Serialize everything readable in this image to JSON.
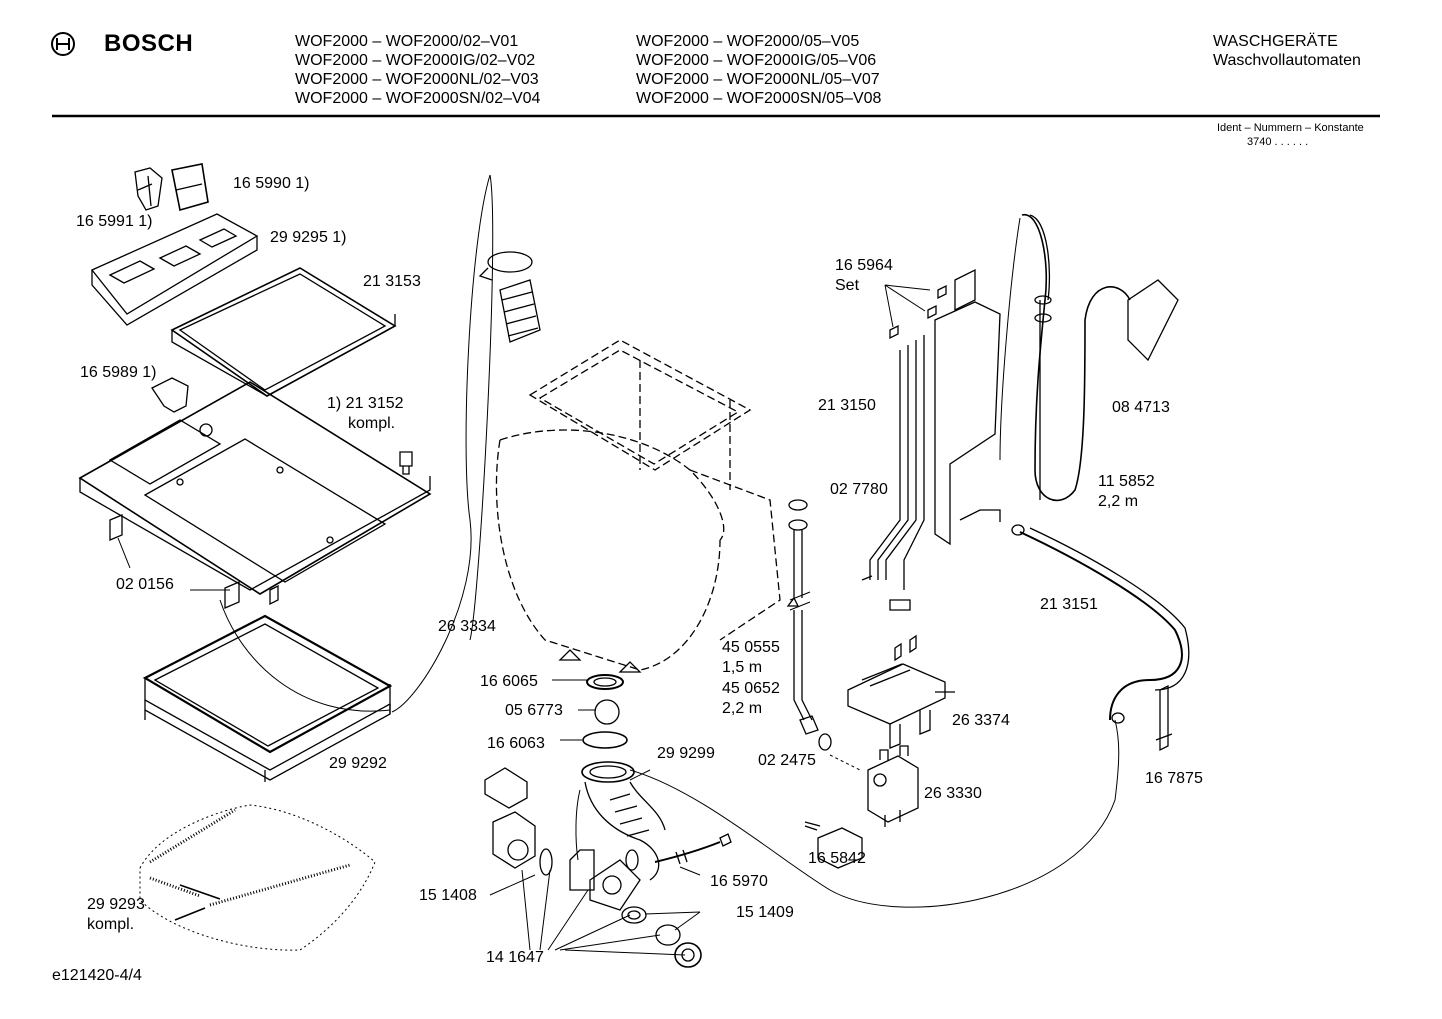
{
  "header": {
    "brand": "BOSCH",
    "models_col1": [
      "WOF2000 – WOF2000/02–V01",
      "WOF2000 – WOF2000IG/02–V02",
      "WOF2000 – WOF2000NL/02–V03",
      "WOF2000 – WOF2000SN/02–V04"
    ],
    "models_col2": [
      "WOF2000 – WOF2000/05–V05",
      "WOF2000 – WOF2000IG/05–V06",
      "WOF2000 – WOF2000NL/05–V07",
      "WOF2000 – WOF2000SN/05–V08"
    ],
    "category": "WASCHGERÄTE",
    "subcategory": "Waschvollautomaten",
    "ident_label": "Ident – Nummern – Konstante",
    "ident_value": "3740  . .    . . . ."
  },
  "parts": {
    "p_165990": "16 5990 1)",
    "p_165991": "16 5991 1)",
    "p_299295": "29 9295 1)",
    "p_213153": "21 3153",
    "p_165989": "16 5989 1)",
    "p_213152_a": "1) 21 3152",
    "p_213152_b": "kompl.",
    "p_020156": "02 0156",
    "p_263334": "26 3334",
    "p_299292": "29 9292",
    "p_299293_a": "29 9293",
    "p_299293_b": "kompl.",
    "p_165964_a": "16 5964",
    "p_165964_b": "Set",
    "p_213150": "21 3150",
    "p_084713": "08 4713",
    "p_115852_a": "11 5852",
    "p_115852_b": "2,2 m",
    "p_027780": "02 7780",
    "p_213151": "21 3151",
    "p_450555_a": "45 0555",
    "p_450555_b": "1,5 m",
    "p_450652_a": "45 0652",
    "p_450652_b": "2,2 m",
    "p_166065": "16 6065",
    "p_056773": "05 6773",
    "p_166063": "16 6063",
    "p_299299": "29 9299",
    "p_022475": "02 2475",
    "p_263374": "26 3374",
    "p_263330": "26 3330",
    "p_167875": "16 7875",
    "p_165842": "16 5842",
    "p_165970": "16 5970",
    "p_151408": "15 1408",
    "p_151409": "15 1409",
    "p_141647": "14 1647"
  },
  "footer": {
    "drawing_id": "e121420-4/4"
  }
}
